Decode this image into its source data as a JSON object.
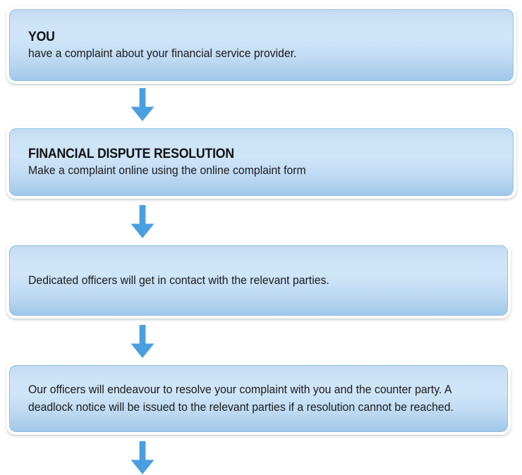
{
  "page": {
    "title": "Financial dispute resolution complaint process flowchart",
    "background_color": "#ffffff"
  },
  "theme": {
    "box_fill_top": "#cde3f7",
    "box_fill_bottom": "#a9cdec",
    "box_border": "#93bfe2",
    "box_ring": "#ffffff",
    "arrow_color": "#4a9fe0",
    "text_color": "#111111"
  },
  "flow": {
    "nodes": [
      {
        "id": "node-1",
        "title": "YOU",
        "text": "have a complaint about your financial service provider.",
        "has_title": true
      },
      {
        "id": "node-2",
        "title": "FINANCIAL DISPUTE RESOLUTION",
        "text": "Make a complaint online using the online complaint form",
        "has_title": true
      },
      {
        "id": "node-3",
        "title": "",
        "text": "Dedicated officers will get in contact with the relevant parties.",
        "has_title": false
      },
      {
        "id": "node-4",
        "title": "",
        "text": "Our officers will endeavour to resolve your complaint with you and the counter party. A deadlock notice will be issued to the relevant parties if a resolution cannot be reached.",
        "has_title": false
      }
    ],
    "connectors": [
      {
        "id": "arrow-1",
        "icon": "arrow-down-icon",
        "from": "node-1",
        "to": "node-2"
      },
      {
        "id": "arrow-2",
        "icon": "arrow-down-icon",
        "from": "node-2",
        "to": "node-3"
      },
      {
        "id": "arrow-3",
        "icon": "arrow-down-icon",
        "from": "node-3",
        "to": "node-4"
      },
      {
        "id": "arrow-4",
        "icon": "arrow-down-icon",
        "from": "node-4",
        "to": ""
      }
    ]
  }
}
